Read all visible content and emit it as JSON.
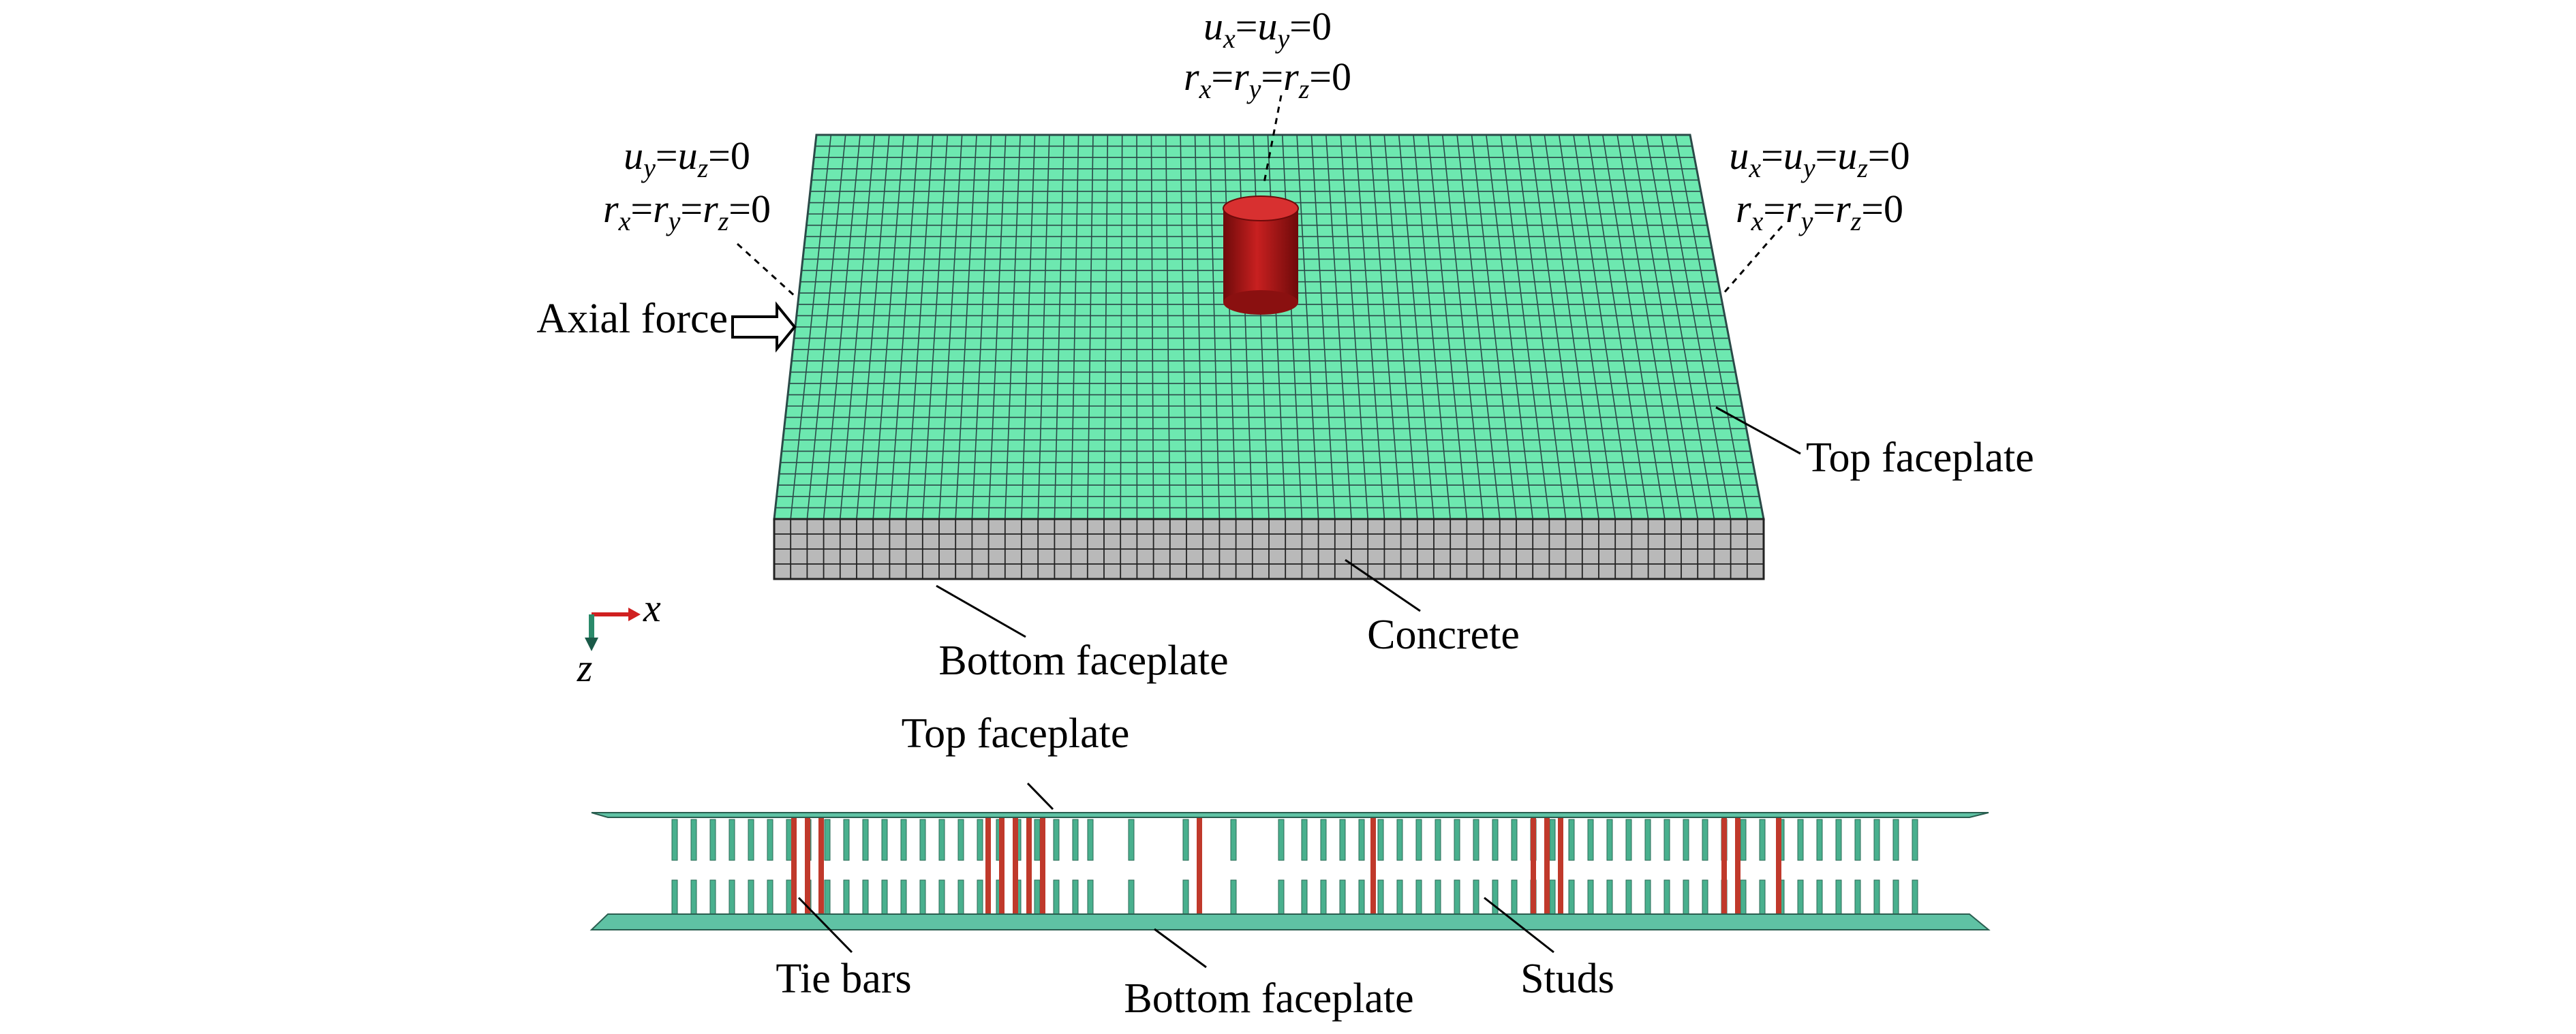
{
  "labels": {
    "axial_force": "Axial force",
    "top_faceplate_upper": "Top faceplate",
    "bottom_faceplate_upper": "Bottom faceplate",
    "concrete": "Concrete",
    "top_faceplate_lower": "Top faceplate",
    "tie_bars": "Tie bars",
    "bottom_faceplate_lower": "Bottom faceplate",
    "studs": "Studs"
  },
  "axes": {
    "x": "x",
    "z": "z"
  },
  "boundary_conditions": {
    "top_center": {
      "line1": [
        [
          "u",
          "x",
          "="
        ],
        [
          "u",
          "y",
          "=0"
        ]
      ],
      "line2": [
        [
          "r",
          "x",
          "="
        ],
        [
          "r",
          "y",
          "="
        ],
        [
          "r",
          "z",
          "=0"
        ]
      ]
    },
    "left": {
      "line1": [
        [
          "u",
          "y",
          "="
        ],
        [
          "u",
          "z",
          "=0"
        ]
      ],
      "line2": [
        [
          "r",
          "x",
          "="
        ],
        [
          "r",
          "y",
          "="
        ],
        [
          "r",
          "z",
          "=0"
        ]
      ]
    },
    "right": {
      "line1": [
        [
          "u",
          "x",
          "="
        ],
        [
          "u",
          "y",
          "="
        ],
        [
          "u",
          "z",
          "=0"
        ]
      ],
      "line2": [
        [
          "r",
          "x",
          "="
        ],
        [
          "r",
          "y",
          "="
        ],
        [
          "r",
          "z",
          "=0"
        ]
      ]
    }
  },
  "colors": {
    "mesh_top": "#6de8b0",
    "mesh_line": "#2b4a48",
    "concrete_side": "#b9b9b9",
    "loading_cylinder": "#b01818",
    "faceplate": "#5fc2a4",
    "stud": "#49b08e",
    "tie_bar": "#c0392b",
    "axis_x": "#d02020",
    "axis_z": "#2a8a6a"
  }
}
